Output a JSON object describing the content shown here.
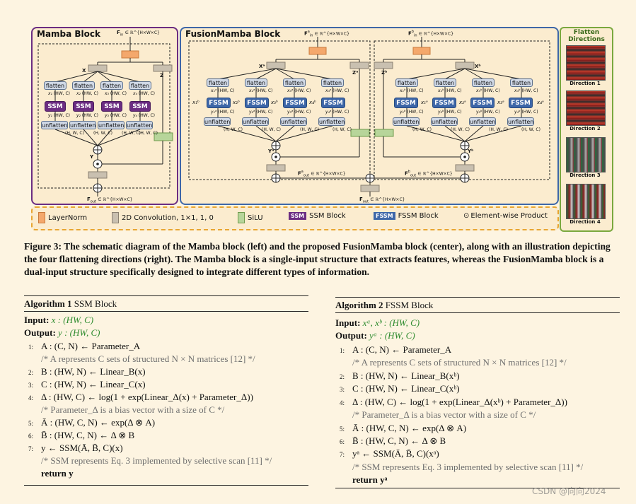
{
  "figure": {
    "mamba_title": "Mamba Block",
    "fusion_title": "FusionMamba Block",
    "flatten_title": "Flatten Directions",
    "mamba_input": "F",
    "mamba_input_sub": "in",
    "mamba_input_space": "∈ ℝ^{H×W×C}",
    "mamba_output": "F",
    "mamba_output_sub": "out",
    "flatten_label": "flatten",
    "unflatten_label": "unflatten",
    "ssm_label": "SSM",
    "fssm_label": "FSSM",
    "x_dims": "(HW, C)",
    "y_dims": "(HW, C)",
    "hwc_dims": "(H, W, C)",
    "x_label": "X",
    "z_label": "Z",
    "y_label": "Y",
    "mamba_x": [
      "x₁",
      "x₂",
      "x₃",
      "x₄"
    ],
    "mamba_y": [
      "y₁",
      "y₂",
      "y₃",
      "y₄"
    ],
    "fusion_a_x": [
      "x₁ᵃ",
      "x₂ᵃ",
      "x₃ᵃ",
      "x₄ᵃ"
    ],
    "fusion_a_y": [
      "y₁ᵃ",
      "y₂ᵃ",
      "y₃ᵃ",
      "y₄ᵃ"
    ],
    "fusion_b_x": [
      "x₁ᵇ",
      "x₂ᵇ",
      "x₃ᵇ",
      "x₄ᵇ"
    ],
    "fusion_b_y": [
      "y₁ᵇ",
      "y₂ᵇ",
      "y₃ᵇ",
      "y₄ᵇ"
    ],
    "fa_in": "F",
    "fa_in_sup": "a",
    "fa_in_sub": "in",
    "fb_in": "F",
    "fb_in_sup": "b",
    "fb_in_sub": "in",
    "xa_label": "Xᵃ",
    "za_label": "Zᵃ",
    "xb_label": "Xᵇ",
    "zb_label": "Zᵇ",
    "ya_label": "Yᵃ",
    "yb_label": "Yᵇ",
    "fa_out": "F",
    "fa_out_sup": "a",
    "fa_out_sub": "out",
    "fb_out": "F",
    "fb_out_sup": "b",
    "fb_out_sub": "out",
    "f_out": "F",
    "f_out_sub": "out",
    "directions": [
      "Direction 1",
      "Direction 2",
      "Direction 3",
      "Direction 4"
    ],
    "legend": {
      "layernorm": "LayerNorm",
      "conv": "2D Convolution, 1×1, 1, 0",
      "silu": "SiLU",
      "ssm_tag": "SSM",
      "ssm_block": "SSM Block",
      "fssm_tag": "FSSM",
      "fssm_block": "FSSM Block",
      "product": "Element-wise Product"
    },
    "colors": {
      "mamba_border": "#6b2d82",
      "fusion_border": "#3e67a8",
      "flatten_border": "#7aa83e",
      "legend_border": "#e8a530"
    }
  },
  "caption": {
    "text": "Figure 3: The schematic diagram of the Mamba block (left) and the proposed FusionMamba block (center), along with an illustration depicting the four flattening directions (right). The Mamba block is a single-input structure that extracts features, whereas the FusionMamba block is a dual-input structure specifically designed to integrate different types of information."
  },
  "algo1": {
    "title_bold": "Algorithm 1",
    "title": "SSM Block",
    "input_label": "Input:",
    "input_val": "x : (HW, C)",
    "output_label": "Output:",
    "output_val": "y : (HW, C)",
    "lines": [
      {
        "num": "1:",
        "text": "A : (C, N) ← Parameter_A"
      },
      {
        "num": "",
        "text": "/* A represents C sets of structured N × N matrices [12] */"
      },
      {
        "num": "2:",
        "text": "B : (HW, N) ← Linear_B(x)"
      },
      {
        "num": "3:",
        "text": "C : (HW, N) ← Linear_C(x)"
      },
      {
        "num": "4:",
        "text": "Δ : (HW, C) ← log(1 + exp(Linear_Δ(x) + Parameter_Δ))"
      },
      {
        "num": "",
        "text": "/* Parameter_Δ is a bias vector with a size of C */"
      },
      {
        "num": "5:",
        "text": "Ā : (HW, C, N) ← exp(Δ ⊗ A)"
      },
      {
        "num": "6:",
        "text": "B̄ : (HW, C, N) ← Δ ⊗ B"
      },
      {
        "num": "7:",
        "text": "y ← SSM(Ā, B̄, C)(x)"
      },
      {
        "num": "",
        "text": "/* SSM represents Eq. 3 implemented by selective scan [11] */"
      },
      {
        "num": "",
        "text": "return y"
      }
    ]
  },
  "algo2": {
    "title_bold": "Algorithm 2",
    "title": "FSSM Block",
    "input_label": "Input:",
    "input_val": "xᵃ, xᵇ : (HW, C)",
    "output_label": "Output:",
    "output_val": "yᵃ : (HW, C)",
    "lines": [
      {
        "num": "1:",
        "text": "A : (C, N) ← Parameter_A"
      },
      {
        "num": "",
        "text": "/* A represents C sets of structured N × N matrices [12] */"
      },
      {
        "num": "2:",
        "text": "B : (HW, N) ← Linear_B(xᵇ)"
      },
      {
        "num": "3:",
        "text": "C : (HW, N) ← Linear_C(xᵇ)"
      },
      {
        "num": "4:",
        "text": "Δ : (HW, C) ← log(1 + exp(Linear_Δ(xᵇ) + Parameter_Δ))"
      },
      {
        "num": "",
        "text": "/* Parameter_Δ is a bias vector with a size of C */"
      },
      {
        "num": "5:",
        "text": "Ā : (HW, C, N) ← exp(Δ ⊗ A)"
      },
      {
        "num": "6:",
        "text": "B̄ : (HW, C, N) ← Δ ⊗ B"
      },
      {
        "num": "7:",
        "text": "yᵃ ← SSM(Ā, B̄, C)(xᵃ)"
      },
      {
        "num": "",
        "text": "/* SSM represents Eq. 3 implemented by selective scan [11] */"
      },
      {
        "num": "",
        "text": "return yᵃ"
      }
    ]
  },
  "watermark": "CSDN @向向2024"
}
